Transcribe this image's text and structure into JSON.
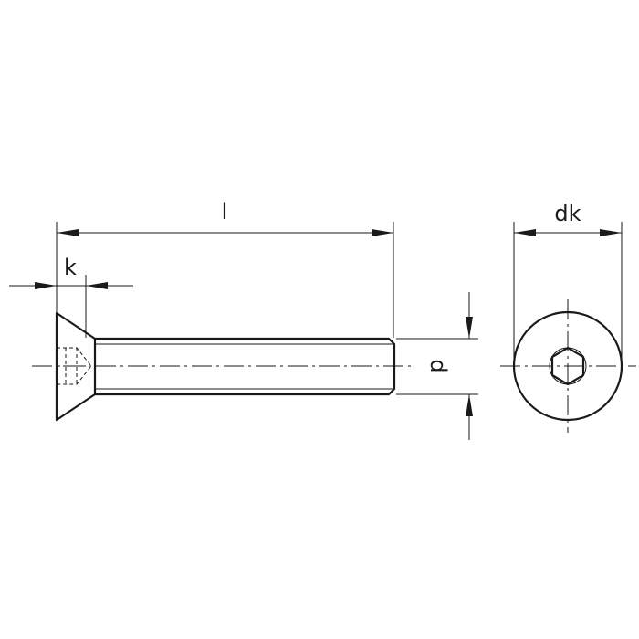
{
  "drawing": {
    "dimensions": {
      "length": "l",
      "head_height": "k",
      "diameter": "d",
      "head_diameter": "dk"
    }
  }
}
